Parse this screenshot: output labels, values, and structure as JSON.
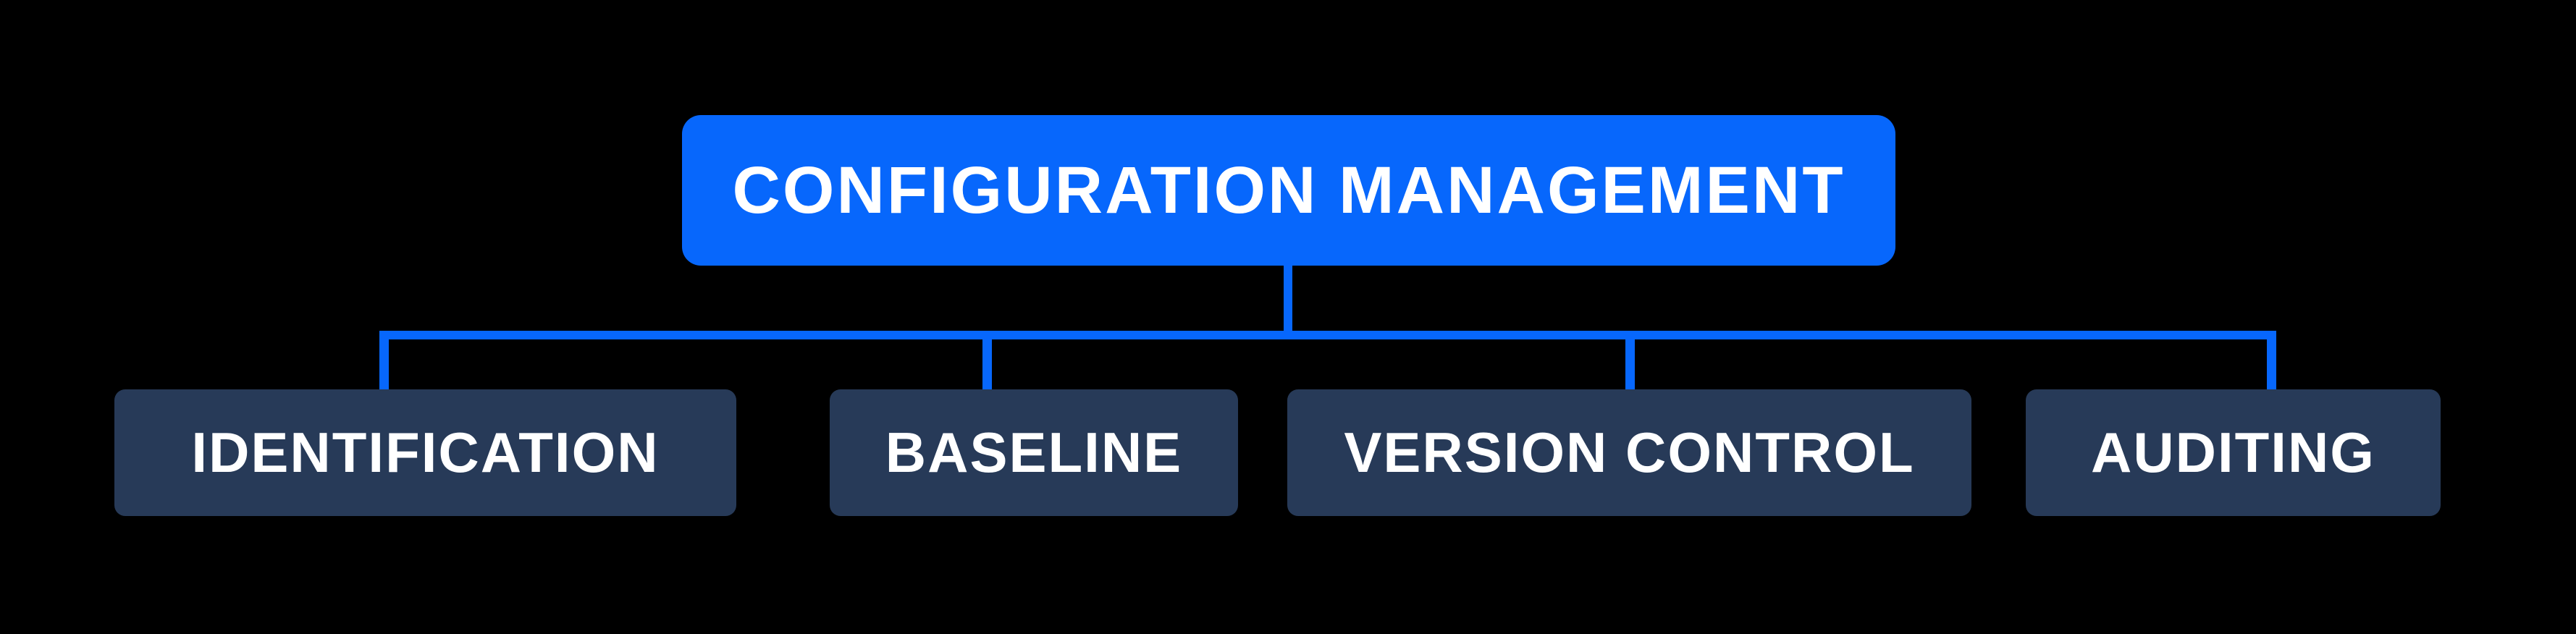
{
  "colors": {
    "background": "#000000",
    "accent": "#0767FC",
    "node": "#273A58",
    "text": "#FFFFFF"
  },
  "root": {
    "label": "CONFIGURATION MANAGEMENT"
  },
  "children": [
    {
      "label": "IDENTIFICATION"
    },
    {
      "label": "BASELINE"
    },
    {
      "label": "VERSION CONTROL"
    },
    {
      "label": "AUDITING"
    }
  ]
}
